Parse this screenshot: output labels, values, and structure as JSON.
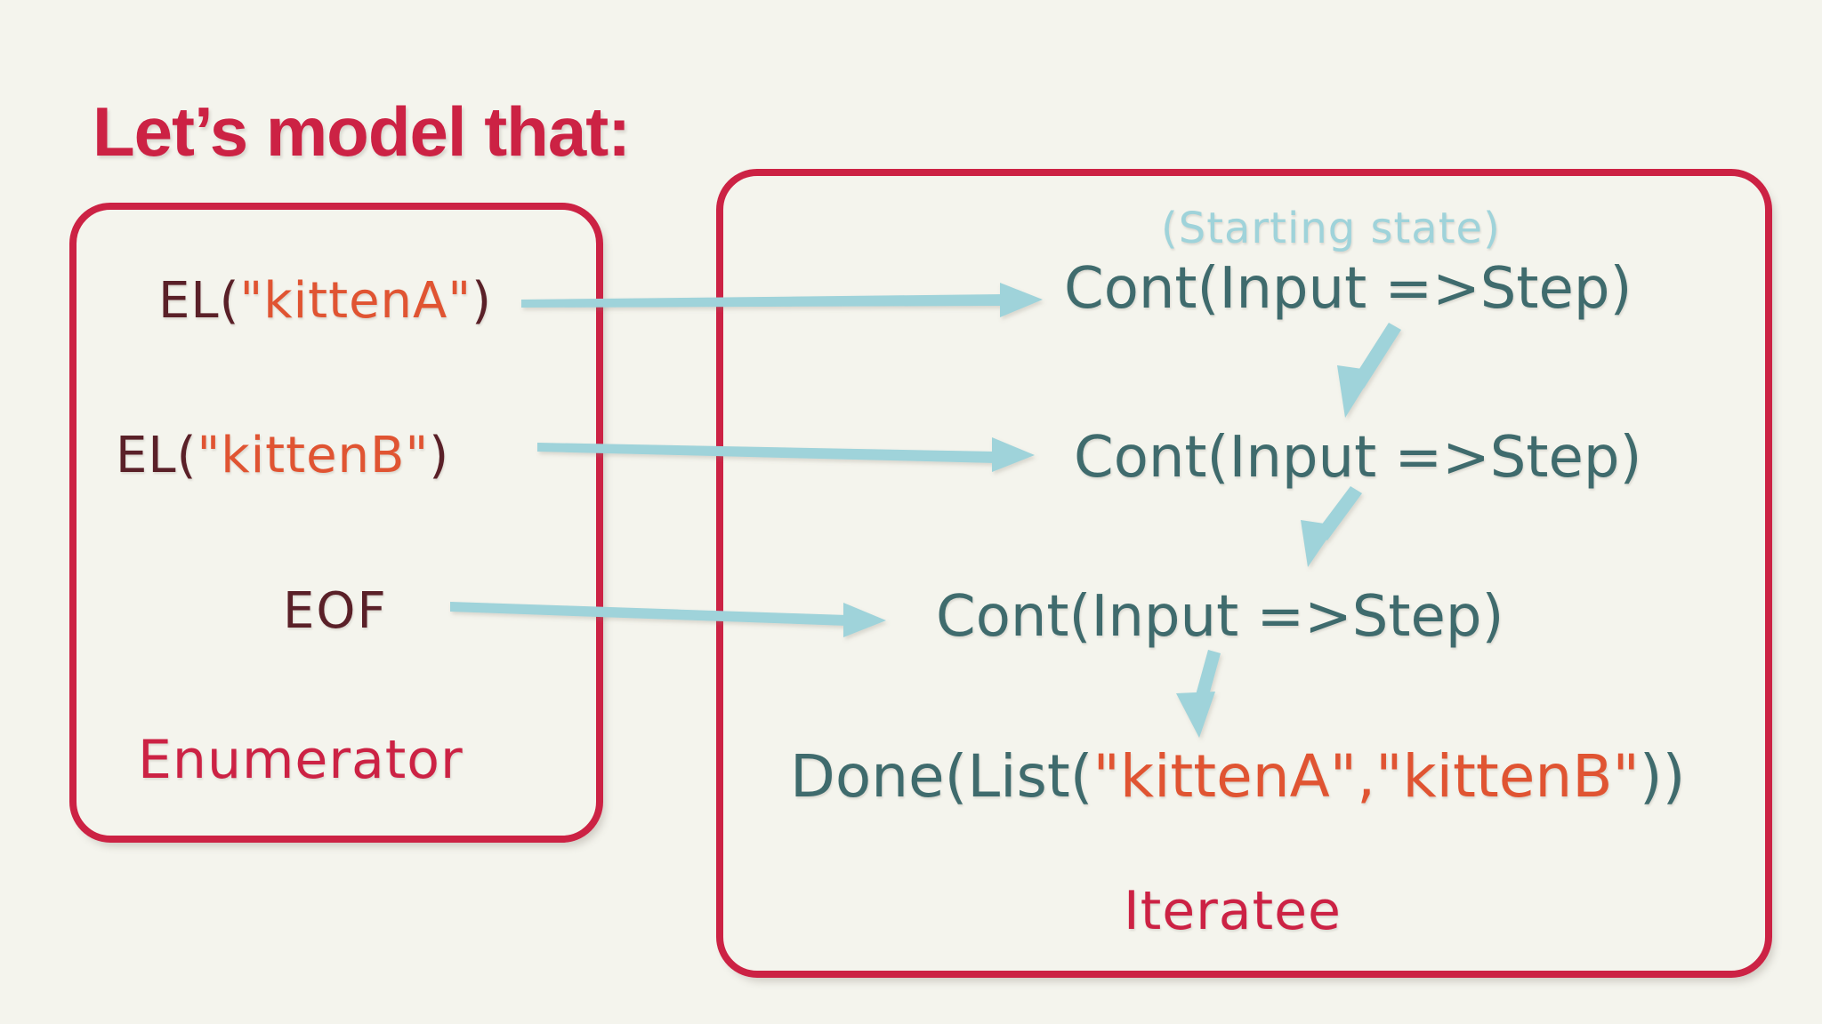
{
  "slide": {
    "title": "Let’s model that:",
    "background_color": "#f4f4ed",
    "accent_color": "#cc2244",
    "arrow_color": "#9fd3da",
    "code_color": "#3f6b6d",
    "string_color": "#e05432",
    "label_color": "#5a2028"
  },
  "enumerator": {
    "label": "Enumerator",
    "items": [
      {
        "prefix": "EL(",
        "string": "\"kittenA\"",
        "suffix": ")"
      },
      {
        "prefix": "EL(",
        "string": "\"kittenB\"",
        "suffix": ")"
      },
      {
        "prefix": "EOF",
        "string": "",
        "suffix": ""
      }
    ]
  },
  "iteratee": {
    "label": "Iteratee",
    "starting_state_note": "(Starting state)",
    "states": [
      {
        "text": "Cont(Input =>Step)"
      },
      {
        "text": "Cont(Input =>Step)"
      },
      {
        "text": "Cont(Input =>Step)"
      }
    ],
    "final_state": {
      "prefix": "Done(List(",
      "string": "\"kittenA\",\"kittenB\"",
      "suffix": "))"
    }
  },
  "arrows": {
    "feed": [
      {
        "name": "arrow-el-kittena-to-state-1"
      },
      {
        "name": "arrow-el-kittenb-to-state-2"
      },
      {
        "name": "arrow-eof-to-state-3"
      }
    ],
    "transitions": [
      {
        "name": "arrow-state-1-to-state-2"
      },
      {
        "name": "arrow-state-2-to-state-3"
      },
      {
        "name": "arrow-state-3-to-done"
      }
    ]
  }
}
